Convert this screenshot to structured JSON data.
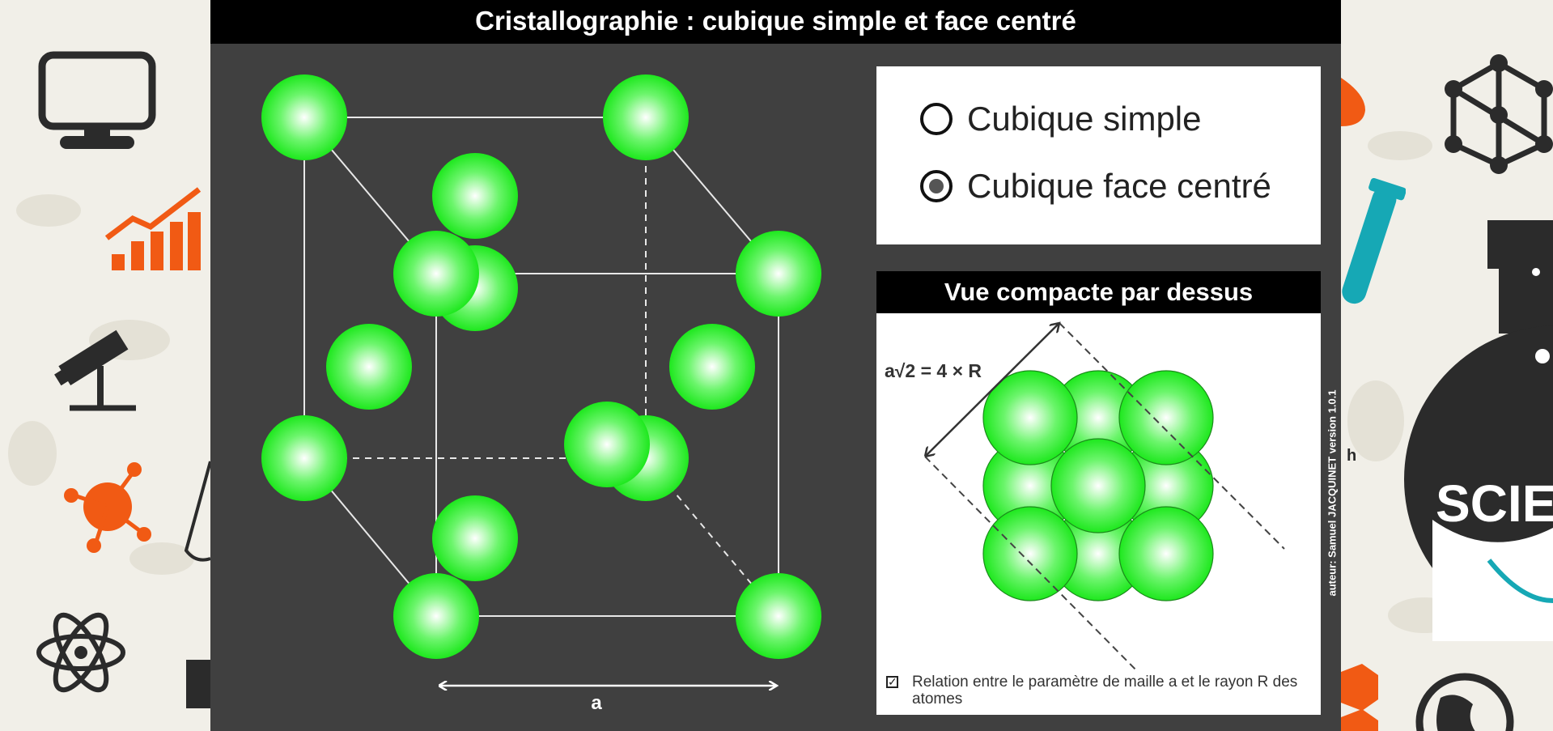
{
  "window": {
    "title": "Cristallographie : cubique simple et face centré"
  },
  "options": [
    {
      "label": "Cubique simple",
      "selected": false
    },
    {
      "label": "Cubique face centré",
      "selected": true
    }
  ],
  "crystal_view": {
    "dimension_label": "a"
  },
  "top_view": {
    "title": "Vue compacte par dessus",
    "formula": "a√2 = 4 × R",
    "relation_checkbox": {
      "checked": true,
      "label": "Relation entre le paramètre de maille a et le rayon R des atomes"
    }
  },
  "credits": "auteur: Samuel JACQUINET   version 1.0.1",
  "background_icons": [
    "monitor-icon",
    "chart-growth-icon",
    "telescope-icon",
    "virus-icon",
    "atom-icon",
    "molecule-icon",
    "test-tube-icon",
    "flask-icon",
    "globe-icon"
  ],
  "background_text": [
    "SCIE",
    "h"
  ],
  "colors": {
    "atom": "#2ee82e",
    "app_background": "#404040",
    "title_bar": "#000000",
    "page_background": "#f1efe8",
    "accent_orange": "#f15a14",
    "accent_teal": "#16a8b5"
  }
}
